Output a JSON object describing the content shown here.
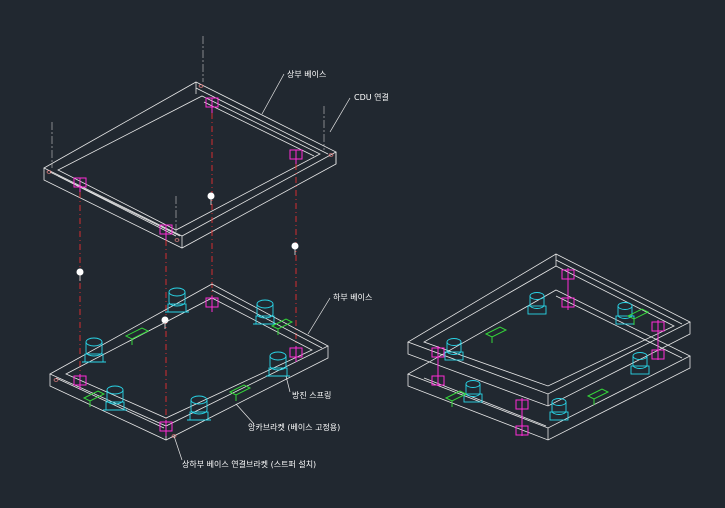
{
  "labels": {
    "upper_base": "상부 베이스",
    "cdu_connection": "CDU 연결",
    "lower_base": "하부 베이스",
    "vibration_spring": "방진 스프링",
    "anchor_bracket": "앙카브라켓 (베이스 고정용)",
    "connection_bracket": "상하부 베이스 연결브라켓 (스트퍼 설치)"
  },
  "colors": {
    "background": "#212830",
    "frame": "#e8e8e8",
    "bracket": "#ff2bd6",
    "spring": "#29d6e8",
    "anchor": "#35d63a",
    "centerline": "#ff3030"
  }
}
